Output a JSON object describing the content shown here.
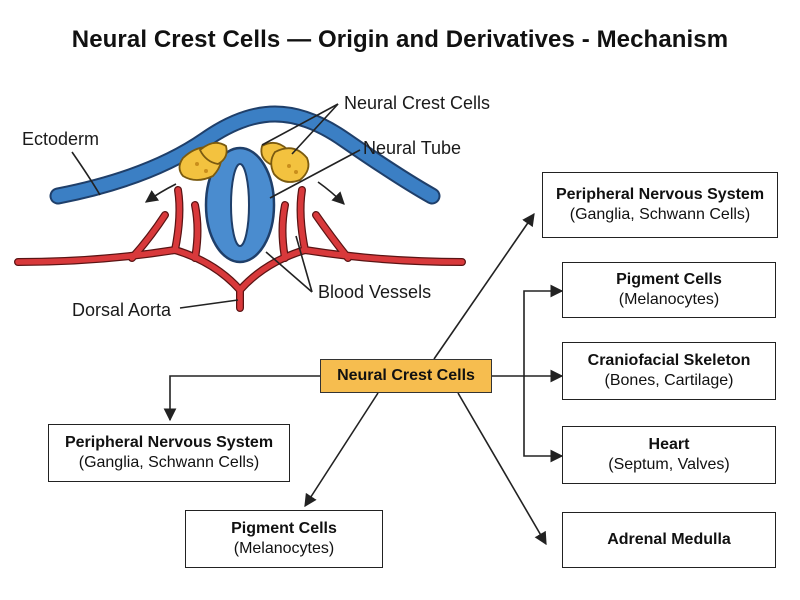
{
  "title": "Neural Crest Cells — Origin and Derivatives - Mechanism",
  "anatomy": {
    "ectoderm": "Ectoderm",
    "neural_crest_cells": "Neural Crest Cells",
    "neural_tube": "Neural Tube",
    "blood_vessels": "Blood Vessels",
    "dorsal_aorta": "Dorsal Aorta"
  },
  "flow": {
    "center": "Neural Crest Cells",
    "right": [
      {
        "title": "Peripheral Nervous System",
        "subtitle": "(Ganglia, Schwann Cells)"
      },
      {
        "title": "Pigment Cells",
        "subtitle": "(Melanocytes)"
      },
      {
        "title": "Craniofacial Skeleton",
        "subtitle": "(Bones, Cartilage)"
      },
      {
        "title": "Heart",
        "subtitle": "(Septum, Valves)"
      },
      {
        "title": "Adrenal Medulla",
        "subtitle": ""
      }
    ],
    "left": [
      {
        "title": "Peripheral Nervous System",
        "subtitle": "(Ganglia, Schwann Cells)"
      },
      {
        "title": "Pigment Cells",
        "subtitle": "(Melanocytes)"
      }
    ]
  },
  "colors": {
    "ectoderm": "#3b7fc4",
    "neural_tube": "#4a8ccf",
    "neural_crest": "#f3c23f",
    "vessels": "#d8393b",
    "center_box": "#f6bd4f"
  }
}
